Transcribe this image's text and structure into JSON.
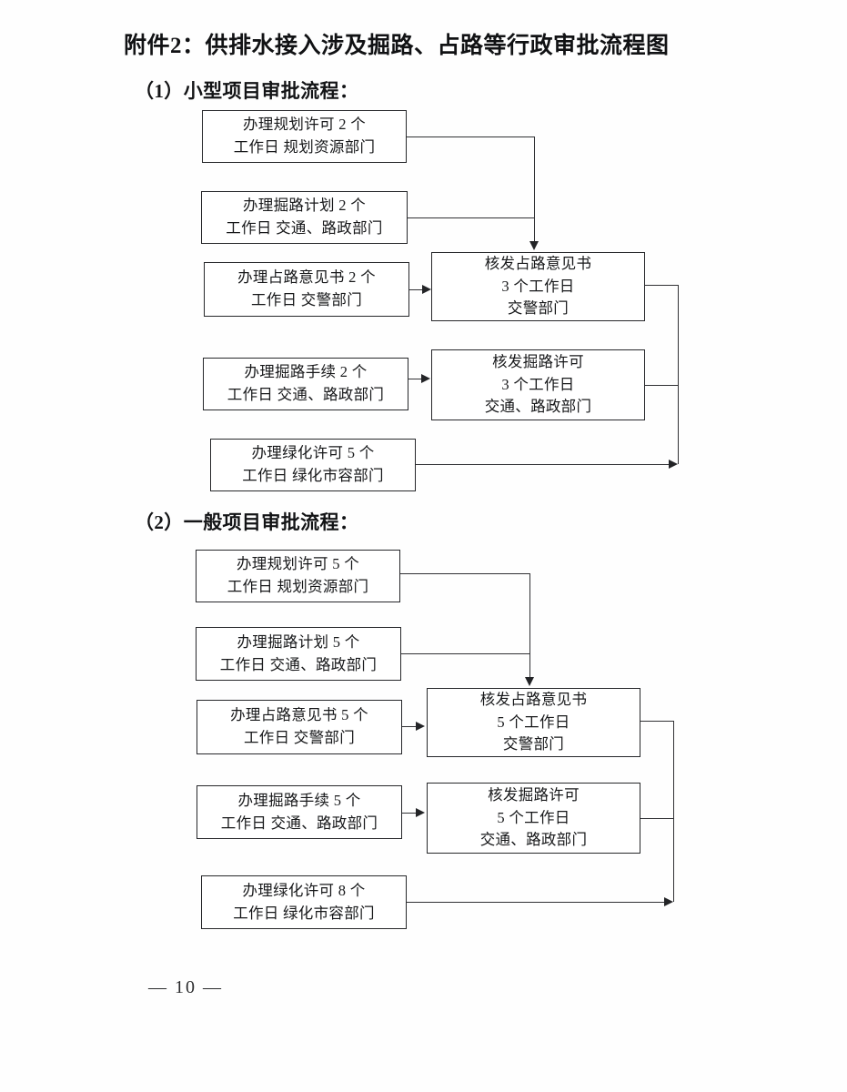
{
  "document": {
    "title": "附件2：供排水接入涉及掘路、占路等行政审批流程图",
    "page_number": "— 10 —"
  },
  "sections": [
    {
      "heading": "（1）小型项目审批流程：",
      "left_boxes": [
        {
          "line1": "办理规划许可 2 个",
          "line2": "工作日  规划资源部门"
        },
        {
          "line1": "办理掘路计划 2 个",
          "line2": "工作日  交通、路政部门"
        },
        {
          "line1": "办理占路意见书 2 个",
          "line2": "工作日  交警部门"
        },
        {
          "line1": "办理掘路手续  2 个",
          "line2": "工作日  交通、路政部门"
        },
        {
          "line1": "办理绿化许可 5 个",
          "line2": "工作日  绿化市容部门"
        }
      ],
      "right_boxes": [
        {
          "line1": "核发占路意见书",
          "line2": "3 个工作日",
          "line3": "交警部门"
        },
        {
          "line1": "核发掘路许可",
          "line2": "3 个工作日",
          "line3": "交通、路政部门"
        }
      ]
    },
    {
      "heading": "（2）一般项目审批流程：",
      "left_boxes": [
        {
          "line1": "办理规划许可 5 个",
          "line2": "工作日  规划资源部门"
        },
        {
          "line1": "办理掘路计划 5 个",
          "line2": "工作日  交通、路政部门"
        },
        {
          "line1": "办理占路意见书 5 个",
          "line2": "工作日  交警部门"
        },
        {
          "line1": "办理掘路手续 5 个",
          "line2": "工作日  交通、路政部门"
        },
        {
          "line1": "办理绿化许可 8 个",
          "line2": "工作日  绿化市容部门"
        }
      ],
      "right_boxes": [
        {
          "line1": "核发占路意见书",
          "line2": "5 个工作日",
          "line3": "交警部门"
        },
        {
          "line1": "核发掘路许可",
          "line2": "5 个工作日",
          "line3": "交通、路政部门"
        }
      ]
    }
  ],
  "colors": {
    "paper": "#fefefe",
    "ink": "#17181a",
    "line": "#303134"
  }
}
